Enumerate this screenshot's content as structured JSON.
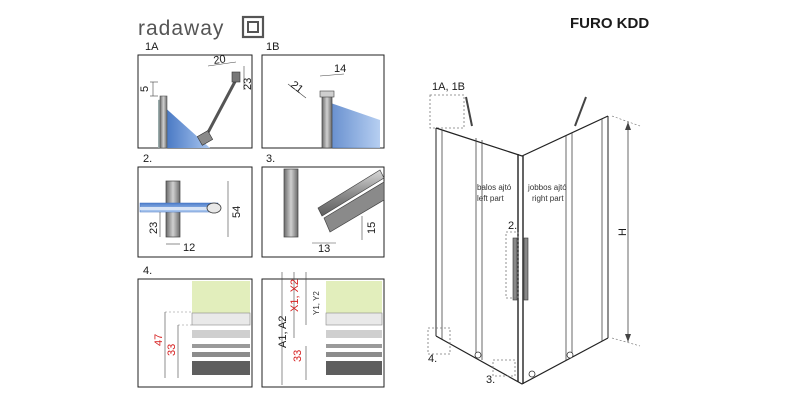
{
  "brand": {
    "name": "radaway"
  },
  "product": {
    "title": "FURO KDD"
  },
  "panels": [
    {
      "label": "1A",
      "dims": [
        "5",
        "20",
        "23"
      ]
    },
    {
      "label": "1B",
      "dims": [
        "21",
        "14"
      ]
    },
    {
      "label": "2.",
      "dims": [
        "23",
        "54",
        "12"
      ]
    },
    {
      "label": "3.",
      "dims": [
        "15",
        "13"
      ]
    },
    {
      "label": "4.",
      "dims": [
        "47",
        "33"
      ]
    },
    {
      "label": "",
      "dims": [
        "X1, X2",
        "Y1, Y2",
        "A1, A2",
        "33"
      ]
    }
  ],
  "overview": {
    "callout_1": "1A, 1B",
    "callout_2": "2.",
    "callout_3": "3.",
    "callout_4": "4.",
    "left_part_hu": "balos ajtó",
    "left_part_en": "left part",
    "right_part_hu": "jobbos ajtó",
    "right_part_en": "right part",
    "height_label": "H"
  },
  "colors": {
    "glass": "#6f9fe0",
    "wall_green": "#e2eebc",
    "dim_red": "#d62020",
    "frame_gray": "#9a9a9a"
  }
}
